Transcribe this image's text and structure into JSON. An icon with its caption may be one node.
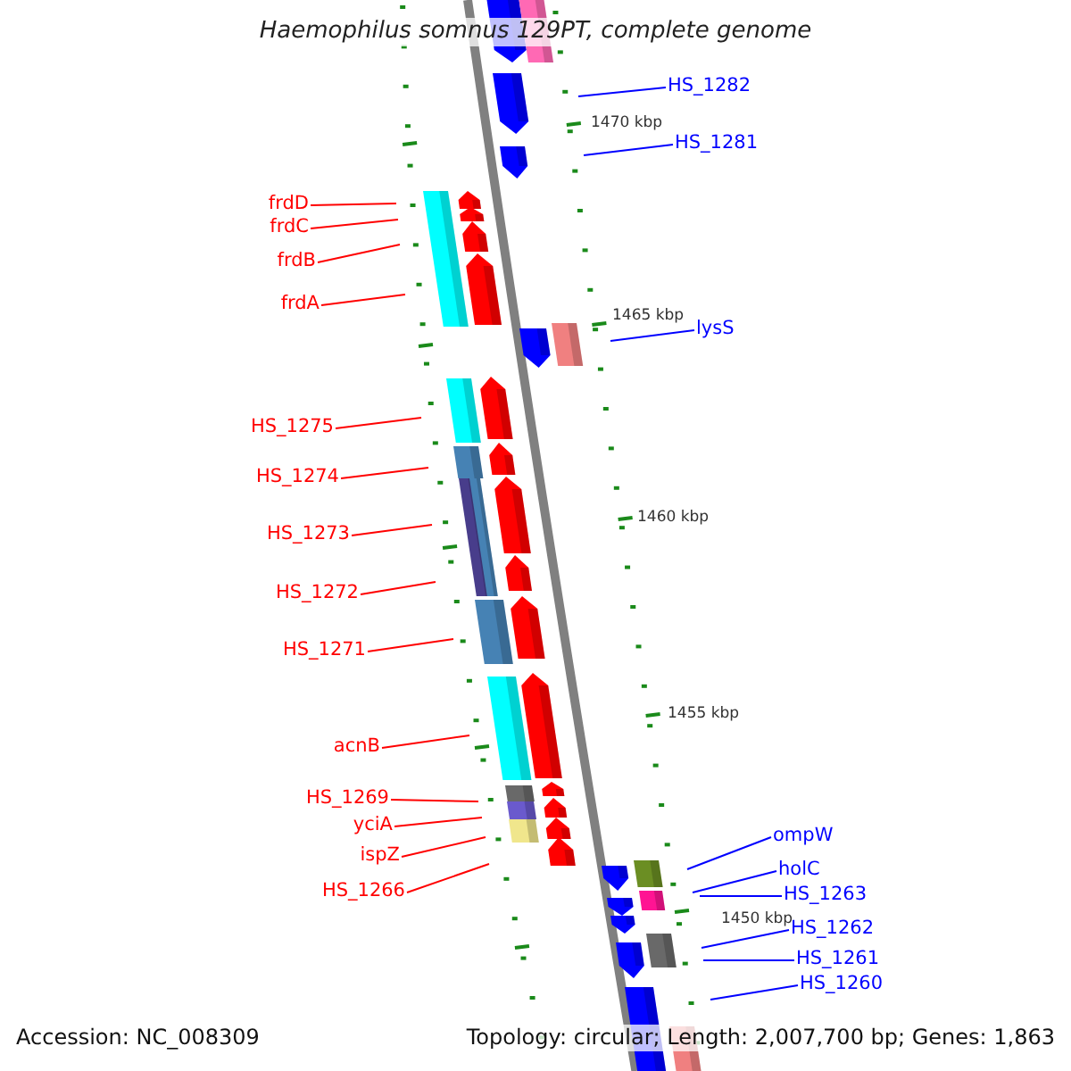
{
  "diagram": {
    "title": "Haemophilus somnus 129PT, complete genome",
    "nodes": [
      {
        "text": [
          "HS_1282"
        ]
      },
      {
        "text": [
          "HS_1281"
        ]
      },
      {
        "text": [
          "frdD"
        ]
      },
      {
        "text": [
          "frdC"
        ]
      },
      {
        "text": [
          "frdB"
        ]
      },
      {
        "text": [
          "frdA"
        ]
      },
      {
        "text": [
          "lysS"
        ]
      },
      {
        "text": [
          "HS_1275"
        ]
      },
      {
        "text": [
          "HS_1274"
        ]
      },
      {
        "text": [
          "HS_1273"
        ]
      },
      {
        "text": [
          "HS_1272"
        ]
      },
      {
        "text": [
          "HS_1271"
        ]
      },
      {
        "text": [
          "acnB"
        ]
      },
      {
        "text": [
          "HS_1269"
        ]
      },
      {
        "text": [
          "yciA"
        ]
      },
      {
        "text": [
          "ispZ"
        ]
      },
      {
        "text": [
          "HS_1266"
        ]
      },
      {
        "text": [
          "ompW"
        ]
      },
      {
        "text": [
          "holC"
        ]
      },
      {
        "text": [
          "HS_1263"
        ]
      },
      {
        "text": [
          "HS_1262"
        ]
      },
      {
        "text": [
          "HS_1261"
        ]
      },
      {
        "text": [
          "HS_1260"
        ]
      }
    ],
    "edges": [
      {
        "from": 0,
        "to": null,
        "arrow": "none",
        "color": "#0000ff"
      },
      {
        "from": 1,
        "to": null,
        "arrow": "none",
        "color": "#0000ff"
      },
      {
        "from": 2,
        "to": null,
        "arrow": "none"
      },
      {
        "from": 3,
        "to": null,
        "arrow": "none"
      },
      {
        "from": 4,
        "to": null,
        "arrow": "none"
      },
      {
        "from": 5,
        "to": null,
        "arrow": "none"
      },
      {
        "from": 6,
        "to": null,
        "arrow": "none",
        "color": "#0000ff"
      },
      {
        "from": 7,
        "to": null,
        "arrow": "none"
      },
      {
        "from": 8,
        "to": null,
        "arrow": "none"
      },
      {
        "from": 9,
        "to": null,
        "arrow": "none"
      },
      {
        "from": 10,
        "to": null,
        "arrow": "none"
      },
      {
        "from": 11,
        "to": null,
        "arrow": "none"
      },
      {
        "from": 12,
        "to": null,
        "arrow": "none"
      },
      {
        "from": 13,
        "to": null,
        "arrow": "none"
      },
      {
        "from": 14,
        "to": null,
        "arrow": "none"
      },
      {
        "from": 15,
        "to": null,
        "arrow": "none"
      },
      {
        "from": 16,
        "to": null,
        "arrow": "none"
      },
      {
        "from": 17,
        "to": null,
        "arrow": "none",
        "color": "#0000ff"
      },
      {
        "from": 18,
        "to": null,
        "arrow": "none",
        "color": "#0000ff"
      },
      {
        "from": 19,
        "to": null,
        "arrow": "none",
        "color": "#0000ff"
      },
      {
        "from": 20,
        "to": null,
        "arrow": "none",
        "color": "#0000ff"
      },
      {
        "from": 21,
        "to": null,
        "arrow": "none",
        "color": "#0000ff"
      },
      {
        "from": 22,
        "to": null,
        "arrow": "none",
        "color": "#0000ff"
      }
    ],
    "labels": [
      "1470 kbp",
      "1465 kbp",
      "1460 kbp",
      "1455 kbp",
      "1450 kbp",
      "Accession: NC_008309",
      "Topology: circular; Length: 2,007,700 bp; Genes: 1,863"
    ]
  }
}
